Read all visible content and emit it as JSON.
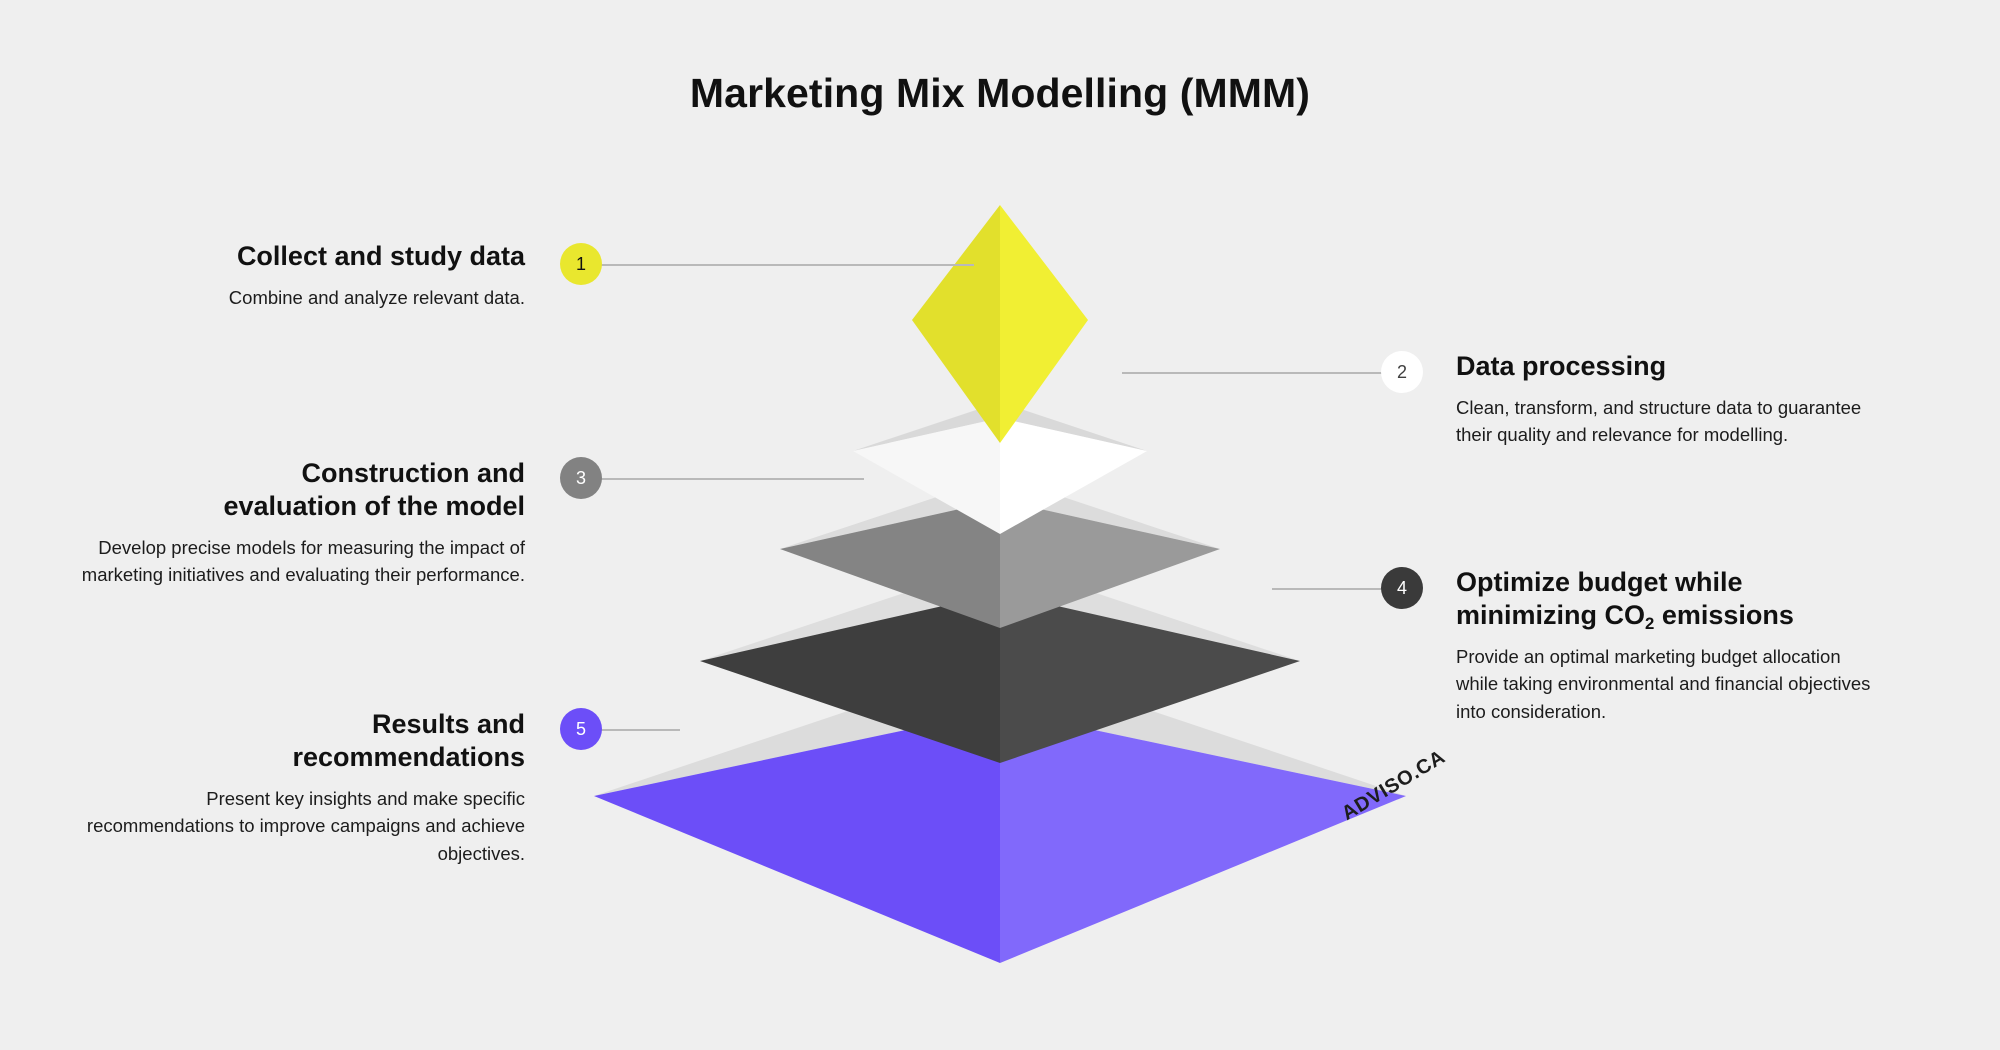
{
  "title": "Marketing Mix Modelling (MMM)",
  "background_color": "#efefef",
  "watermark": "ADVISO.CA",
  "chart_data": {
    "type": "pie",
    "title": "Marketing Mix Modelling (MMM)",
    "subtitle": "",
    "xlabel": "",
    "ylabel": "",
    "legend_position": "sides",
    "grid": false,
    "shape": "5-tier 3D pyramid",
    "orientation": "apex-up, wide base",
    "categories": [
      "Collect and study data",
      "Data processing",
      "Construction and evaluation of the model",
      "Optimize budget while minimizing CO2 emissions",
      "Results and recommendations"
    ],
    "values": [
      1,
      2,
      3,
      4,
      5
    ],
    "tier_colors": [
      "#e9e72e",
      "#fcfcfc",
      "#8a8a8a",
      "#434343",
      "#6d50f8"
    ],
    "annotations": [
      "Tier 1 (apex, yellow) = Collect and study data",
      "Tier 2 (white) = Data processing",
      "Tier 3 (grey) = Construction and evaluation of the model",
      "Tier 4 (charcoal) = Optimize budget while minimizing CO2 emissions",
      "Tier 5 (base, purple) = Results and recommendations"
    ]
  },
  "pyramid": {
    "tiers": [
      {
        "name": "tier-1-collect-and-study-data",
        "number": "1",
        "left_face_color": "#e2e02c",
        "right_face_color": "#f1ef33",
        "rim_color": "#d6d6d6"
      },
      {
        "name": "tier-2-data-processing",
        "number": "2",
        "left_face_color": "#f7f7f7",
        "right_face_color": "#ffffff",
        "rim_color": "#d9d9d9"
      },
      {
        "name": "tier-3-construction-and-evaluation",
        "number": "3",
        "left_face_color": "#848484",
        "right_face_color": "#9a9a9a",
        "rim_color": "#dcdcdc"
      },
      {
        "name": "tier-4-optimize-budget",
        "number": "4",
        "left_face_color": "#3e3e3e",
        "right_face_color": "#4b4b4b",
        "rim_color": "#dedede"
      },
      {
        "name": "tier-5-results-and-recommendations",
        "number": "5",
        "left_face_color": "#6c4ef8",
        "right_face_color": "#8169fb",
        "rim_color": "#dcdcdc"
      }
    ]
  },
  "items": [
    {
      "number": "1",
      "side": "left",
      "title": "Collect and study data",
      "description": "Combine and analyze relevant data.",
      "badge_bg": "#e9e72e",
      "badge_fg": "#111111"
    },
    {
      "number": "2",
      "side": "right",
      "title": "Data processing",
      "description": "Clean, transform, and structure data to guarantee their quality and relevance for modelling.",
      "badge_bg": "#ffffff",
      "badge_fg": "#3f3f3f"
    },
    {
      "number": "3",
      "side": "left",
      "title_line_1": "Construction and",
      "title_line_2": "evaluation of the model",
      "title": "Construction and evaluation of the model",
      "description": "Develop precise models for measuring the impact of marketing initiatives and evaluating their performance.",
      "badge_bg": "#828282",
      "badge_fg": "#ffffff"
    },
    {
      "number": "4",
      "side": "right",
      "title_line_1": "Optimize budget while",
      "title_line_2_prefix": "minimizing CO",
      "title_line_2_sub": "2",
      "title_line_2_suffix": " emissions",
      "title": "Optimize budget while minimizing CO2 emissions",
      "description": "Provide an optimal marketing budget allocation while taking environmental and financial objectives into consideration.",
      "badge_bg": "#3a3a3a",
      "badge_fg": "#ffffff"
    },
    {
      "number": "5",
      "side": "left",
      "title_line_1": "Results and",
      "title_line_2": "recommendations",
      "title": "Results and recommendations",
      "description": "Present key insights and make specific recommendations to improve campaigns and achieve objectives.",
      "badge_bg": "#6c4ef8",
      "badge_fg": "#ffffff"
    }
  ]
}
